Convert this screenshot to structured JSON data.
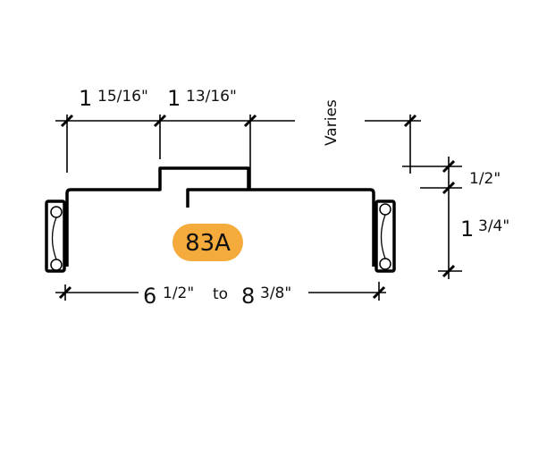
{
  "diagram": {
    "profile_label": "83A",
    "badge_color": "#F5AB3C",
    "dimensions": {
      "top_left": {
        "whole": "1",
        "fraction": "15/16\""
      },
      "top_middle": {
        "whole": "1",
        "fraction": "13/16\""
      },
      "varies": "Varies",
      "right_small": "1/2\"",
      "right_large": {
        "whole": "1",
        "fraction": "3/4\""
      },
      "bottom": {
        "min_whole": "6",
        "min_fraction": "1/2\"",
        "connector": "to",
        "max_whole": "8",
        "max_fraction": "3/8\""
      }
    }
  }
}
